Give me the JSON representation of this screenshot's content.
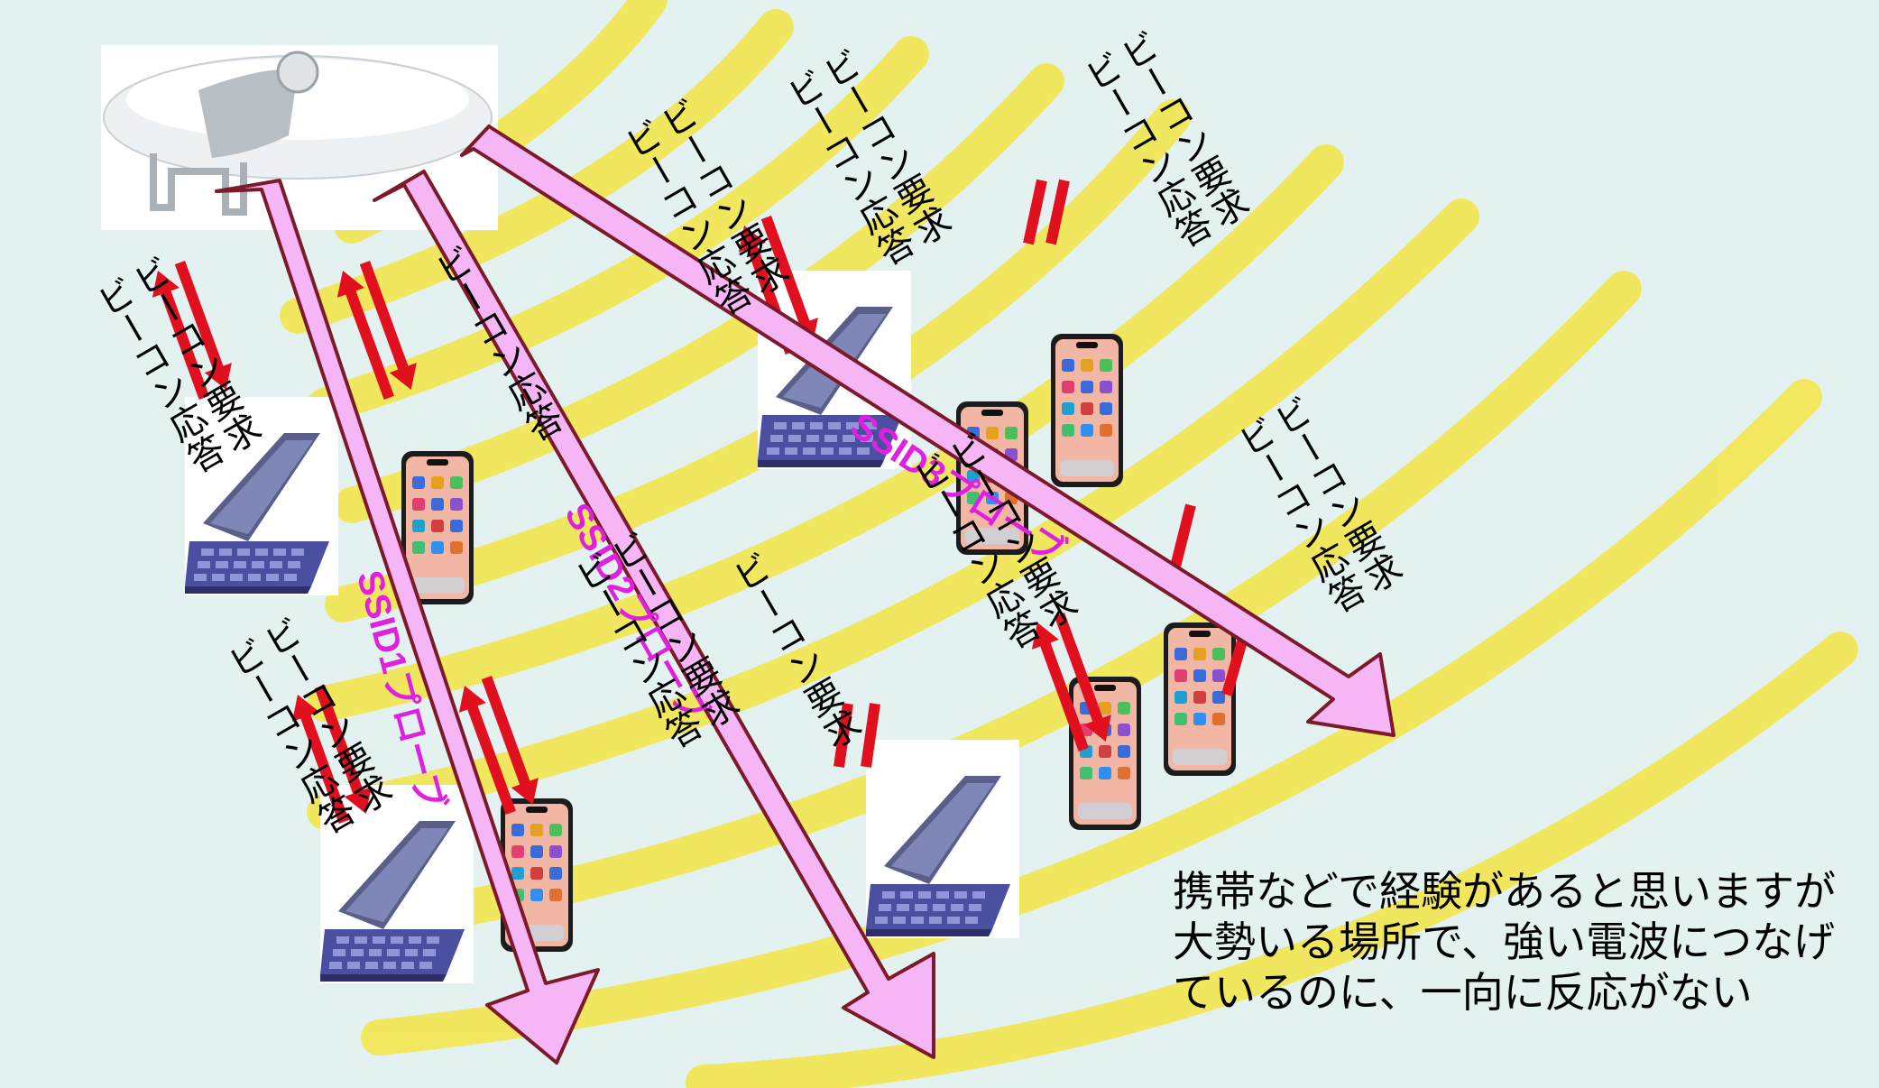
{
  "colors": {
    "background": "#e4f1f1",
    "wave": "#f2e64a",
    "probe_fill": "#f6b6f6",
    "probe_stroke": "#7a1a2a",
    "probe_text": "#e020e0",
    "beacon_arrow": "#e0101e"
  },
  "icons": [
    "wifi-access-point-icon",
    "laptop-icon",
    "smartphone-icon"
  ],
  "probes": [
    {
      "label": "SSID1プローブ"
    },
    {
      "label": "SSID2プローブ"
    },
    {
      "label": "SSID3プローブ"
    }
  ],
  "beacon": {
    "request": "ビーコン要求",
    "response": "ビーコン応答",
    "response_only": "ビーコン応答"
  },
  "caption": {
    "lines": [
      "携帯などで経験があると思いますが",
      "大勢いる場所で、強い電波につなげ",
      "ているのに、一向に反応がない"
    ]
  }
}
